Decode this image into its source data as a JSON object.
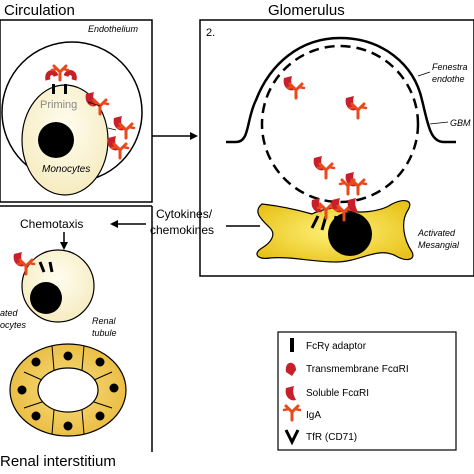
{
  "panels": {
    "circulation": {
      "title": "Circulation",
      "endothelium": "Endothelium",
      "priming": "Priming",
      "monocytes": "Monocytes"
    },
    "glomerulus": {
      "title": "Glomerulus",
      "number": "2.",
      "fenestrated": "Fenestra",
      "endothelium": "endothe",
      "gbm": "GBM",
      "activated": "Activated",
      "mesangial": "Mesangial"
    },
    "interstitium": {
      "title": "Renal interstitium",
      "chemotaxis": "Chemotaxis",
      "activated_partial": "ated",
      "monocytes_partial": "ocytes",
      "renal": "Renal",
      "tubule": "tubule"
    },
    "cytokines": {
      "line1": "Cytokines/",
      "line2": "chemokines"
    }
  },
  "legend": [
    {
      "icon": "fcr-adaptor-icon",
      "label": "FcRγ adaptor"
    },
    {
      "icon": "transmembrane-fcari-icon",
      "label": "Transmembrane FcαRI"
    },
    {
      "icon": "soluble-fcari-icon",
      "label": "Soluble FcαRI"
    },
    {
      "icon": "iga-icon",
      "label": "IgA"
    },
    {
      "icon": "tfr-icon",
      "label": "TfR (CD71)"
    }
  ],
  "colors": {
    "iga": "#e8491d",
    "receptor": "#c8202a",
    "cell_fill": "#fbf3d6",
    "mesangial": "#f7dc3a",
    "tubule": "#f2c94c",
    "nucleus": "#000000"
  }
}
